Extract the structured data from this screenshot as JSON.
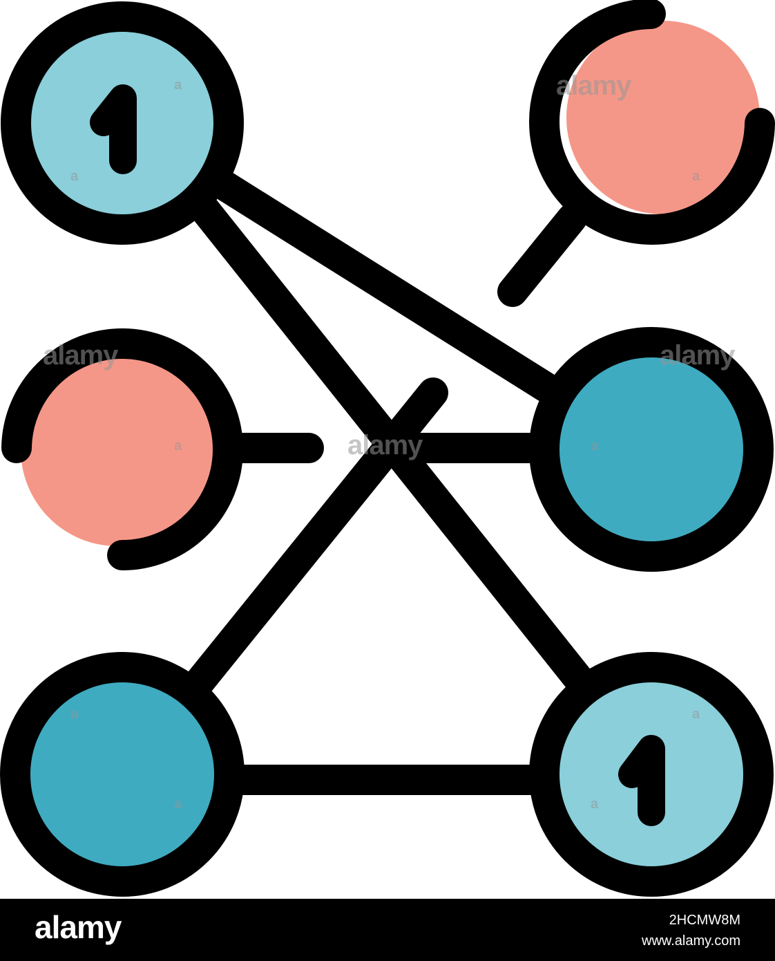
{
  "colors": {
    "outline": "#000000",
    "light_blue": "#8ACFDA",
    "dark_blue": "#3FABC1",
    "salmon": "#F59788",
    "background": "#FFFFFF",
    "footer_background": "#000000"
  },
  "icon": {
    "nodes": [
      {
        "name": "top-left-node",
        "fill": "light_blue",
        "label": "1"
      },
      {
        "name": "top-right-node",
        "fill": "salmon",
        "label": ""
      },
      {
        "name": "middle-left-node",
        "fill": "salmon",
        "label": ""
      },
      {
        "name": "middle-right-node",
        "fill": "dark_blue",
        "label": ""
      },
      {
        "name": "bottom-left-node",
        "fill": "dark_blue",
        "label": ""
      },
      {
        "name": "bottom-right-node",
        "fill": "light_blue",
        "label": "1"
      }
    ]
  },
  "watermark": {
    "text": "alamy",
    "small_text": "a"
  },
  "footer": {
    "brand": "alamy",
    "image_id": "2HCMW8M",
    "site": "www.alamy.com"
  }
}
